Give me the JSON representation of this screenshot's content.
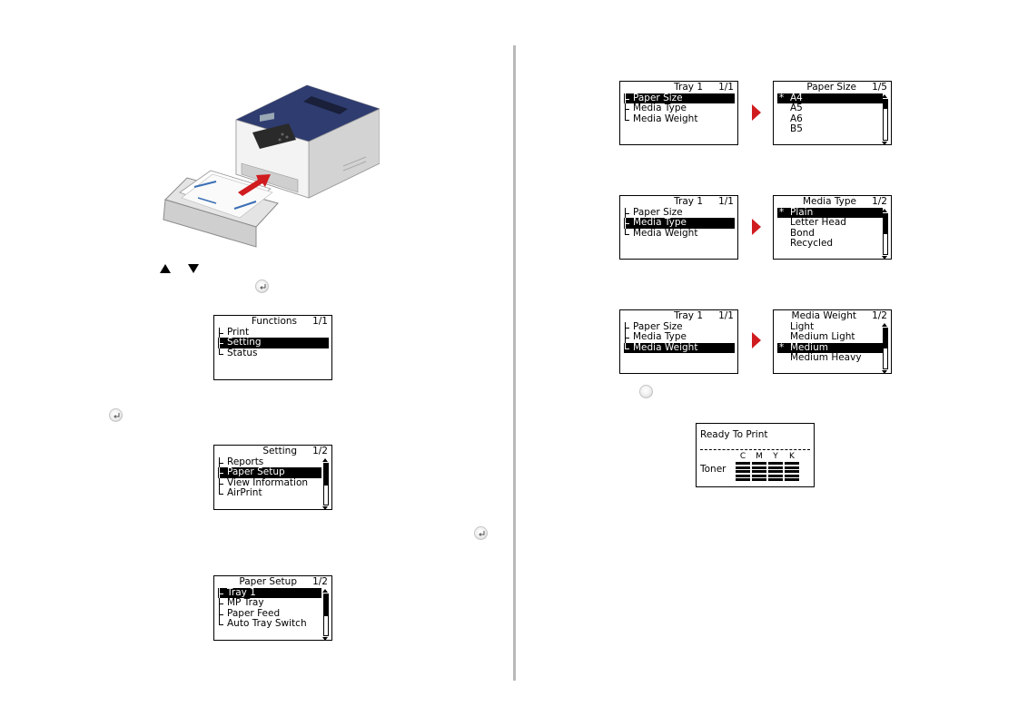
{
  "printer_illustration": "printer-with-paper-tray",
  "screens": {
    "functions": {
      "title": "Functions",
      "page": "1/1",
      "rows": [
        {
          "label": "Print",
          "sel": false
        },
        {
          "label": "Setting",
          "sel": true
        },
        {
          "label": "Status",
          "sel": false
        }
      ]
    },
    "setting": {
      "title": "Setting",
      "page": "1/2",
      "rows": [
        {
          "label": "Reports",
          "sel": false
        },
        {
          "label": "Paper Setup",
          "sel": true
        },
        {
          "label": "View Information",
          "sel": false
        },
        {
          "label": "AirPrint",
          "sel": false
        }
      ]
    },
    "paper_setup": {
      "title": "Paper Setup",
      "page": "1/2",
      "rows": [
        {
          "label": "Tray 1",
          "sel": true
        },
        {
          "label": "MP Tray",
          "sel": false
        },
        {
          "label": "Paper Feed",
          "sel": false
        },
        {
          "label": "Auto Tray Switch",
          "sel": false
        }
      ]
    },
    "tray1_a": {
      "title": "Tray 1",
      "page": "1/1",
      "rows": [
        {
          "label": "Paper Size",
          "sel": true
        },
        {
          "label": "Media Type",
          "sel": false
        },
        {
          "label": "Media Weight",
          "sel": false
        }
      ]
    },
    "tray1_b": {
      "title": "Tray 1",
      "page": "1/1",
      "rows": [
        {
          "label": "Paper Size",
          "sel": false
        },
        {
          "label": "Media Type",
          "sel": true
        },
        {
          "label": "Media Weight",
          "sel": false
        }
      ]
    },
    "tray1_c": {
      "title": "Tray 1",
      "page": "1/1",
      "rows": [
        {
          "label": "Paper Size",
          "sel": false
        },
        {
          "label": "Media Type",
          "sel": false
        },
        {
          "label": "Media Weight",
          "sel": true
        }
      ]
    },
    "paper_size": {
      "title": "Paper Size",
      "page": "1/5",
      "rows": [
        {
          "label": "A4",
          "sel": true,
          "star": true
        },
        {
          "label": "A5"
        },
        {
          "label": "A6"
        },
        {
          "label": "B5"
        }
      ]
    },
    "media_type": {
      "title": "Media Type",
      "page": "1/2",
      "rows": [
        {
          "label": "Plain",
          "sel": true,
          "star": true
        },
        {
          "label": "Letter Head"
        },
        {
          "label": "Bond"
        },
        {
          "label": "Recycled"
        }
      ]
    },
    "media_weight": {
      "title": "Media Weight",
      "page": "1/2",
      "rows": [
        {
          "label": "Light"
        },
        {
          "label": "Medium Light"
        },
        {
          "label": "Medium",
          "sel": true,
          "star": true
        },
        {
          "label": "Medium Heavy"
        }
      ]
    }
  },
  "ready_screen": {
    "title": "Ready To Print",
    "toner_label": "Toner",
    "toners": [
      {
        "label": "C"
      },
      {
        "label": "M"
      },
      {
        "label": "Y"
      },
      {
        "label": "K"
      }
    ]
  },
  "star_glyph": "*",
  "colors": {
    "arrow": "#d01c1f",
    "divider": "#b9b9b9"
  }
}
